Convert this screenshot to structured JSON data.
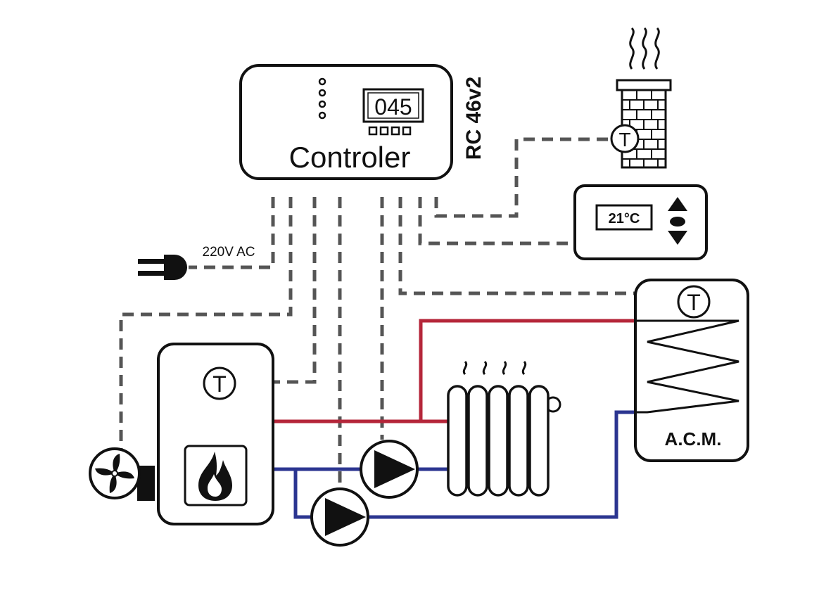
{
  "controller": {
    "label": "Controler",
    "model": "RC 46v2",
    "display": "045"
  },
  "power": {
    "label": "220V AC"
  },
  "room_thermostat": {
    "display": "21°C"
  },
  "sensors": {
    "symbol": "T"
  },
  "tank": {
    "label": "A.C.M."
  },
  "colors": {
    "hot_pipe": "#b5263a",
    "cold_pipe": "#2b3590",
    "wire": "#555555",
    "outline": "#111111"
  },
  "icons": [
    "plug-icon",
    "fan-icon",
    "flame-icon",
    "chimney-icon",
    "pump-icon",
    "radiator-icon",
    "heat-waves-icon",
    "up-down-arrows-icon",
    "led-indicator-icon"
  ]
}
